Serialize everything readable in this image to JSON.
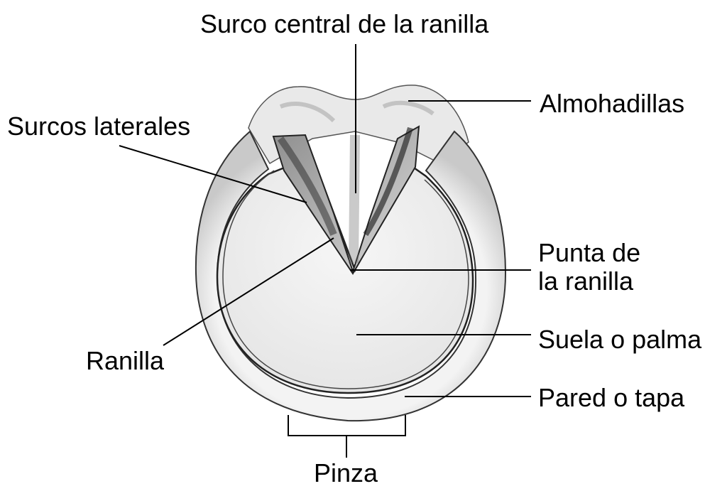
{
  "colors": {
    "ink": "#111111",
    "wall_shade": "#d4d4d4",
    "sole_fill": "#ededed",
    "frog_shade": "#9a9a9a"
  },
  "labels": {
    "surco_central": "Surco central de la ranilla",
    "almohadillas": "Almohadillas",
    "surcos_laterales": "Surcos laterales",
    "punta_line1": "Punta de",
    "punta_line2": "la ranilla",
    "suela": "Suela o palma",
    "ranilla": "Ranilla",
    "pared": "Pared o tapa",
    "pinza": "Pinza"
  }
}
